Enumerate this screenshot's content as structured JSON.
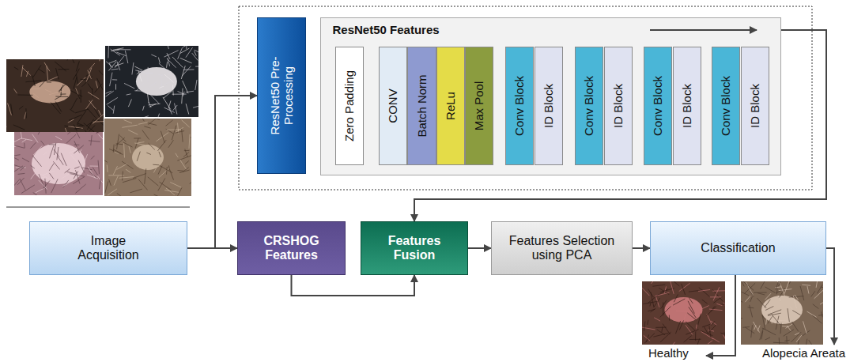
{
  "diagram": {
    "nodes": [
      {
        "text": [
          "ResNet50 Pre-Processing"
        ]
      },
      {
        "text": [
          "ResNet50 Features"
        ]
      },
      {
        "text": [
          "Zero Padding"
        ],
        "in": 1
      },
      {
        "text": [
          "CONV"
        ],
        "in": 1
      },
      {
        "text": [
          "Batch Norm"
        ],
        "in": 1
      },
      {
        "text": [
          "ReLu"
        ],
        "in": 1
      },
      {
        "text": [
          "Max Pool"
        ],
        "in": 1
      },
      {
        "text": [
          "Conv Block"
        ],
        "in": 1
      },
      {
        "text": [
          "ID Block"
        ],
        "in": 1
      },
      {
        "text": [
          "Conv Block"
        ],
        "in": 1
      },
      {
        "text": [
          "ID Block"
        ],
        "in": 1
      },
      {
        "text": [
          "Conv Block"
        ],
        "in": 1
      },
      {
        "text": [
          "ID Block"
        ],
        "in": 1
      },
      {
        "text": [
          "Conv Block"
        ],
        "in": 1
      },
      {
        "text": [
          "ID Block"
        ],
        "in": 1
      },
      {
        "text": [
          "Image Acquisition"
        ]
      },
      {
        "text": [
          "CRSHOG Features"
        ]
      },
      {
        "text": [
          "Features Fusion"
        ]
      },
      {
        "text": [
          "Features Selection using PCA"
        ]
      },
      {
        "text": [
          "Classification"
        ]
      }
    ],
    "edges": [
      {
        "from": 15,
        "to": 0,
        "arrow": "to"
      },
      {
        "from": 15,
        "to": 16,
        "arrow": "to"
      },
      {
        "from": 1,
        "to": 17,
        "arrow": "to"
      },
      {
        "from": 16,
        "to": 17,
        "arrow": "to"
      },
      {
        "from": 17,
        "to": 18,
        "arrow": "to"
      },
      {
        "from": 18,
        "to": 19,
        "arrow": "to"
      }
    ],
    "labels": [
      "Healthy",
      "Alopecia Areata"
    ]
  }
}
